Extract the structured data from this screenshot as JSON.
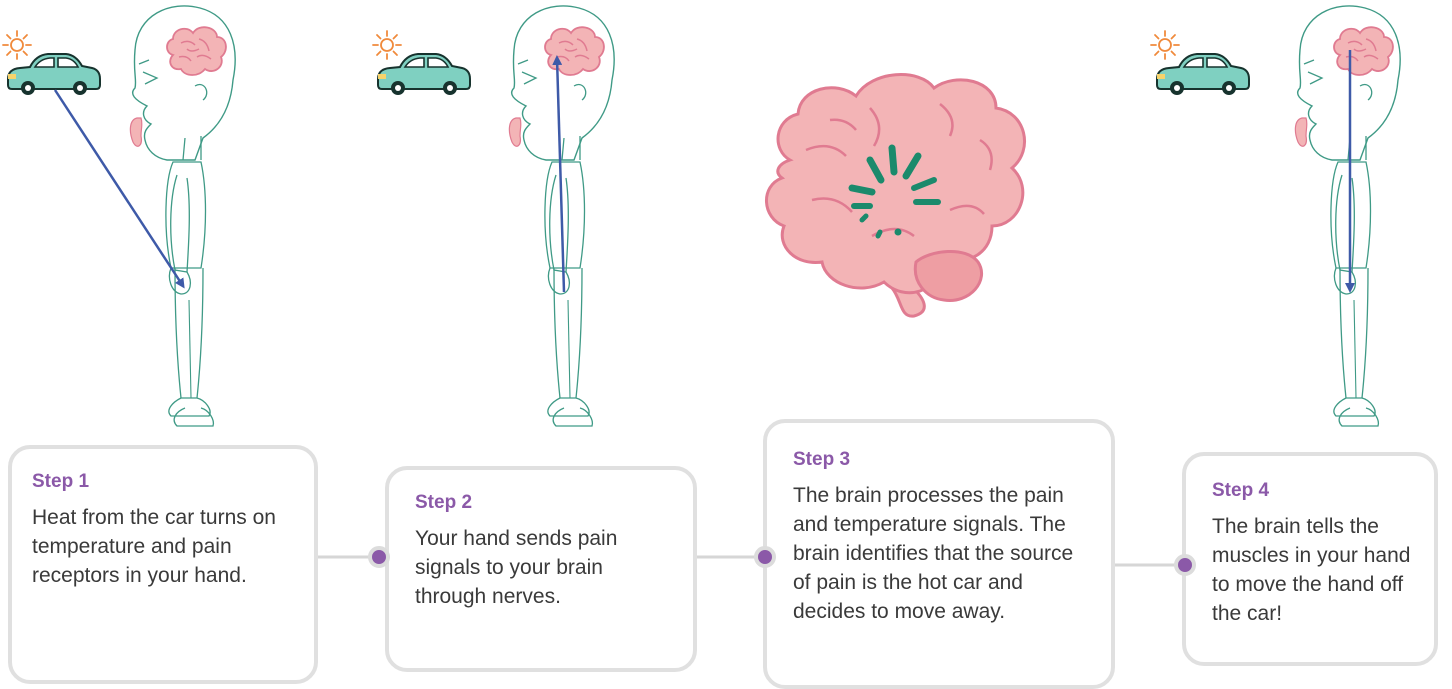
{
  "colors": {
    "outline": "#3f9a86",
    "arrow": "#3e5aa8",
    "car": "#7fd0c1",
    "brain": "#f3b4b6",
    "brain_outline": "#e07b91",
    "sun": "#f08a3c",
    "card_border": "#e0e0e0",
    "step_title": "#8b59a8",
    "dot": "#8b59a8",
    "connector": "#d6d6d6",
    "spinner": "#1b8a6c"
  },
  "icons": [
    "sun-icon",
    "car-icon",
    "brain-icon",
    "loading-spinner-icon",
    "arrow-icon"
  ],
  "steps": [
    {
      "title": "Step 1",
      "text": "Heat from the car turns on temperature and pain receptors in your hand."
    },
    {
      "title": "Step 2",
      "text": "Your hand sends pain signals to your brain through nerves."
    },
    {
      "title": "Step 3",
      "text": "The brain processes the pain and temperature signals. The brain identifies that the source of pain is the hot car and decides to move away."
    },
    {
      "title": "Step 4",
      "text": "The brain tells the muscles in your hand to move the hand off the car!"
    }
  ]
}
